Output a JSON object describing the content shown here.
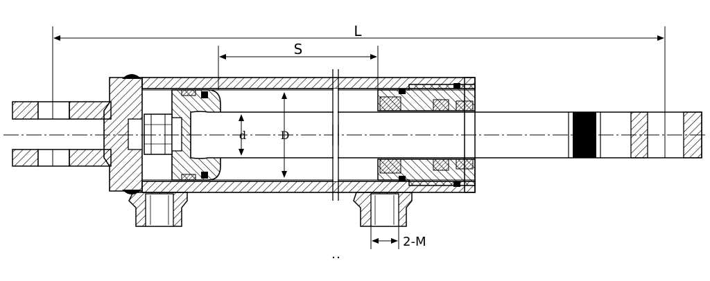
{
  "diagram": {
    "dimensions": {
      "overall_length": "L",
      "stroke": "S",
      "rod_diameter": "d",
      "bore_diameter": "D",
      "ports": "2-M"
    },
    "colors": {
      "line": "#000000",
      "hatch": "#000000",
      "background": "#ffffff"
    }
  }
}
